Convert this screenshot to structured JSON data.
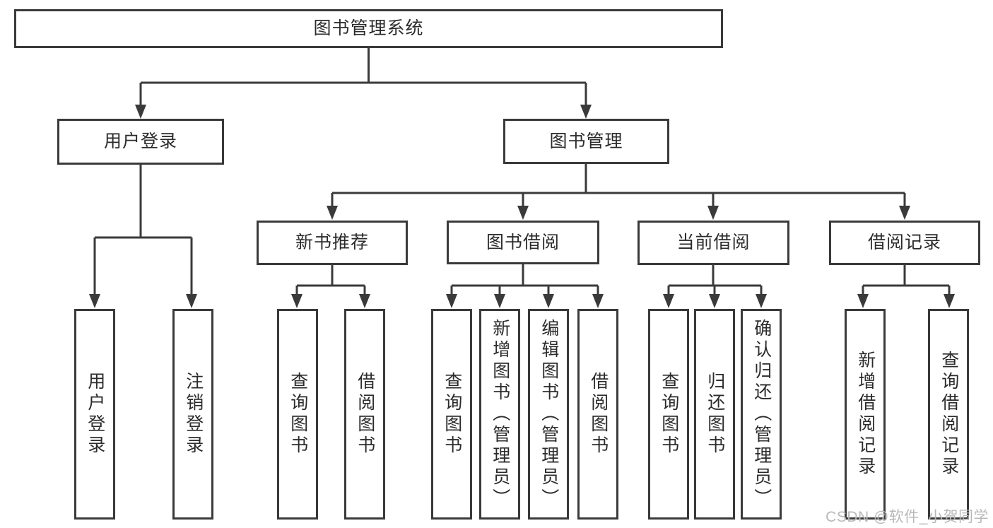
{
  "diagram": {
    "title": "图书管理系统",
    "root": {
      "label": "图书管理系统"
    },
    "level1": [
      {
        "label": "用户登录"
      },
      {
        "label": "图书管理"
      }
    ],
    "level2": [
      {
        "label": "新书推荐",
        "parent": "图书管理"
      },
      {
        "label": "图书借阅",
        "parent": "图书管理"
      },
      {
        "label": "当前借阅",
        "parent": "图书管理"
      },
      {
        "label": "借阅记录",
        "parent": "图书管理"
      }
    ],
    "leaves": [
      {
        "label": "用户登录",
        "parent": "用户登录"
      },
      {
        "label": "注销登录",
        "parent": "用户登录"
      },
      {
        "label": "查询图书",
        "parent": "新书推荐"
      },
      {
        "label": "借阅图书",
        "parent": "新书推荐"
      },
      {
        "label": "查询图书",
        "parent": "图书借阅"
      },
      {
        "label": "新增图书（管理员）",
        "parent": "图书借阅"
      },
      {
        "label": "编辑图书（管理员）",
        "parent": "图书借阅"
      },
      {
        "label": "借阅图书",
        "parent": "图书借阅"
      },
      {
        "label": "查询图书",
        "parent": "当前借阅"
      },
      {
        "label": "归还图书",
        "parent": "当前借阅"
      },
      {
        "label": "确认归还（管理员）",
        "parent": "当前借阅"
      },
      {
        "label": "新增借阅记录",
        "parent": "借阅记录"
      },
      {
        "label": "查询借阅记录",
        "parent": "借阅记录"
      }
    ],
    "colors": {
      "line": "#3a3a3a",
      "text": "#2b2b2b",
      "box_background": "#ffffff",
      "watermark": "#b9b9b9"
    }
  },
  "watermark": {
    "text": "CSDN @软件_小贺同学"
  }
}
